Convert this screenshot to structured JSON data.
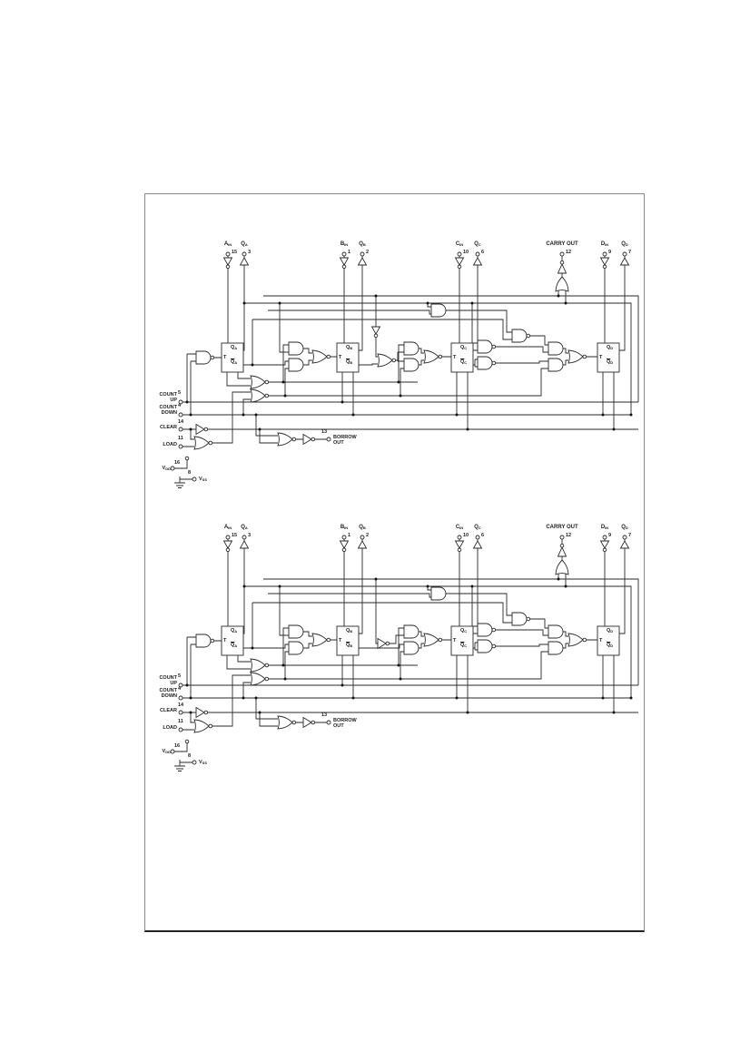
{
  "diagram_top": {
    "top_pins": [
      {
        "main": "A",
        "sub": "IN",
        "pin": "15"
      },
      {
        "main": "Q",
        "sub": "A",
        "pin": "3"
      },
      {
        "main": "B",
        "sub": "IN",
        "pin": "1"
      },
      {
        "main": "Q",
        "sub": "B",
        "pin": "2"
      },
      {
        "main": "C",
        "sub": "IN",
        "pin": "10"
      },
      {
        "main": "Q",
        "sub": "C",
        "pin": "6"
      },
      {
        "main": "CARRY OUT",
        "sub": "",
        "pin": "12"
      },
      {
        "main": "D",
        "sub": "IN",
        "pin": "9"
      },
      {
        "main": "Q",
        "sub": "D",
        "pin": "7"
      }
    ],
    "left_pins": [
      {
        "line1": "COUNT",
        "line2": "UP",
        "pin": "5"
      },
      {
        "line1": "COUNT",
        "line2": "DOWN",
        "pin": "4"
      },
      {
        "line1": "CLEAR",
        "line2": "",
        "pin": "14"
      },
      {
        "line1": "LOAD",
        "line2": "",
        "pin": "11"
      }
    ],
    "borrow": {
      "line1": "BORROW",
      "line2": "OUT",
      "pin": "13"
    },
    "power": {
      "vdd": "V",
      "vdd_sub": "DD",
      "vdd_pin": "16",
      "vss": "V",
      "vss_sub": "SS",
      "vss_pin": "8"
    },
    "ffs": [
      {
        "t": "T",
        "q": "Q",
        "q_sub": "A",
        "qb": "Q",
        "qb_sub": "A"
      },
      {
        "t": "T",
        "q": "Q",
        "q_sub": "B",
        "qb": "Q",
        "qb_sub": "B"
      },
      {
        "t": "T",
        "q": "Q",
        "q_sub": "C",
        "qb": "Q",
        "qb_sub": "C"
      },
      {
        "t": "T",
        "q": "Q",
        "q_sub": "D",
        "qb": "Q",
        "qb_sub": "D"
      }
    ]
  },
  "diagram_bottom": {
    "top_pins": [
      {
        "main": "A",
        "sub": "IN",
        "pin": "15"
      },
      {
        "main": "Q",
        "sub": "A",
        "pin": "3"
      },
      {
        "main": "B",
        "sub": "IN",
        "pin": "1"
      },
      {
        "main": "Q",
        "sub": "B",
        "pin": "2"
      },
      {
        "main": "C",
        "sub": "IN",
        "pin": "10"
      },
      {
        "main": "Q",
        "sub": "C",
        "pin": "6"
      },
      {
        "main": "CARRY OUT",
        "sub": "",
        "pin": "12"
      },
      {
        "main": "D",
        "sub": "IN",
        "pin": "9"
      },
      {
        "main": "Q",
        "sub": "D",
        "pin": "7"
      }
    ],
    "left_pins": [
      {
        "line1": "COUNT",
        "line2": "UP",
        "pin": "5"
      },
      {
        "line1": "COUNT",
        "line2": "DOWN",
        "pin": "4"
      },
      {
        "line1": "CLEAR",
        "line2": "",
        "pin": "14"
      },
      {
        "line1": "LOAD",
        "line2": "",
        "pin": "11"
      }
    ],
    "borrow": {
      "line1": "BORROW",
      "line2": "OUT",
      "pin": "13"
    },
    "power": {
      "vdd": "V",
      "vdd_sub": "DD",
      "vdd_pin": "16",
      "vss": "V",
      "vss_sub": "SS",
      "vss_pin": "8"
    },
    "ffs": [
      {
        "t": "T",
        "q": "Q",
        "q_sub": "A",
        "qb": "Q",
        "qb_sub": "A"
      },
      {
        "t": "T",
        "q": "Q",
        "q_sub": "B",
        "qb": "Q",
        "qb_sub": "B"
      },
      {
        "t": "T",
        "q": "Q",
        "q_sub": "C",
        "qb": "Q",
        "qb_sub": "C"
      },
      {
        "t": "T",
        "q": "Q",
        "q_sub": "D",
        "qb": "Q",
        "qb_sub": "D"
      }
    ]
  }
}
